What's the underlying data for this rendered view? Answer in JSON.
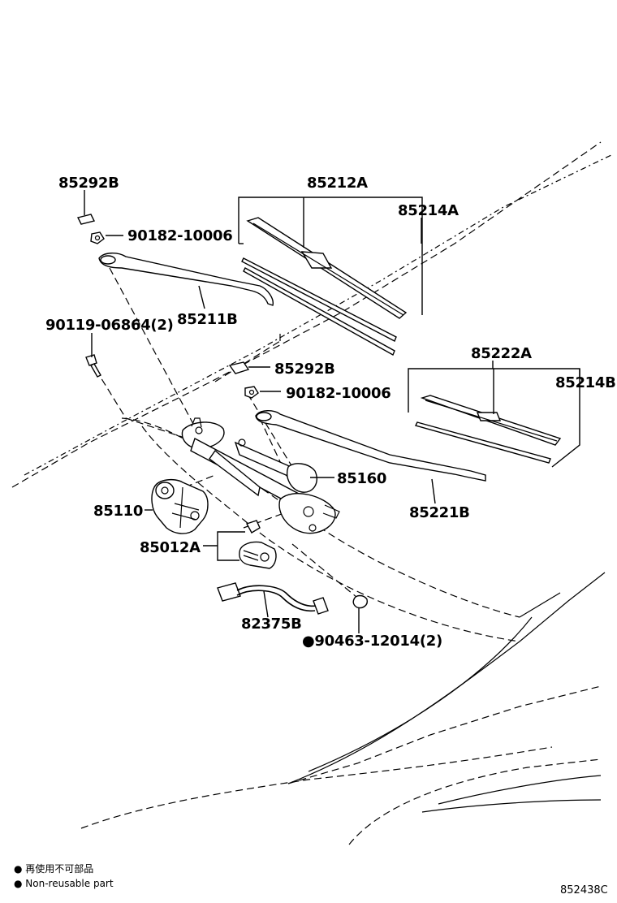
{
  "parts": {
    "p85292B_top": "85292B",
    "p90182_top": "90182-10006",
    "p85212A": "85212A",
    "p85214A": "85214A",
    "p90119": "90119-06864(2)",
    "p85211B": "85211B",
    "p85292B_mid": "85292B",
    "p90182_mid": "90182-10006",
    "p85222A": "85222A",
    "p85214B": "85214B",
    "p85160": "85160",
    "p85110": "85110",
    "p85221B": "85221B",
    "p85012A": "85012A",
    "p82375B": "82375B",
    "p90463": "●90463-12014(2)"
  },
  "legend": {
    "line1": "● 再使用不可部品",
    "line2": "● Non-reusable part"
  },
  "diagram_code": "852438C",
  "icons": {
    "wiper-arm-left": "wiper-arm",
    "wiper-arm-right": "wiper-arm",
    "wiper-blade-left": "wiper-blade",
    "wiper-blade-right": "wiper-blade",
    "wiper-motor": "motor",
    "wiper-link": "linkage"
  }
}
